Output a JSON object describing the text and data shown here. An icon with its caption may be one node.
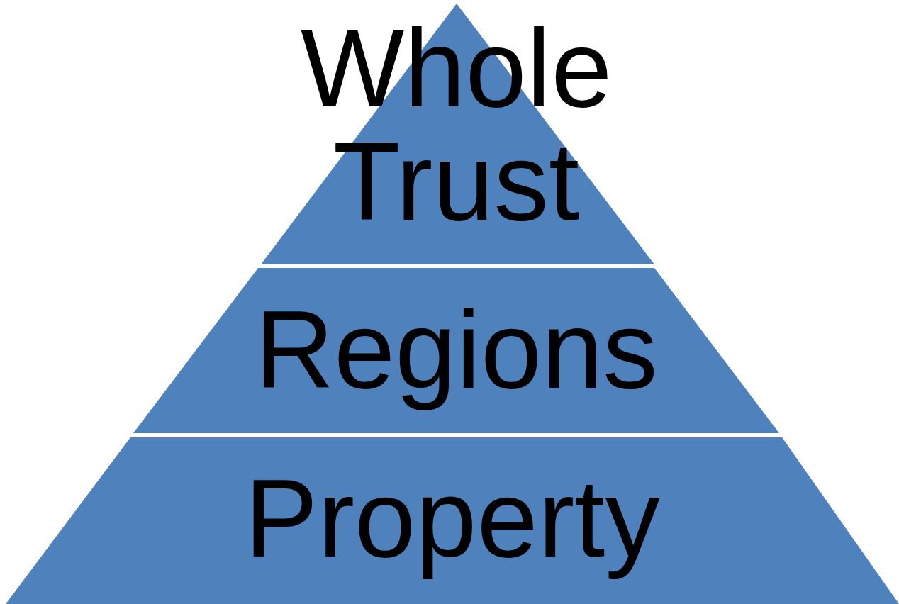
{
  "diagram": {
    "nodes": [
      {
        "text": [
          "Whole Trust"
        ]
      },
      {
        "text": [
          "Regions"
        ]
      },
      {
        "text": [
          "Property"
        ]
      }
    ]
  }
}
